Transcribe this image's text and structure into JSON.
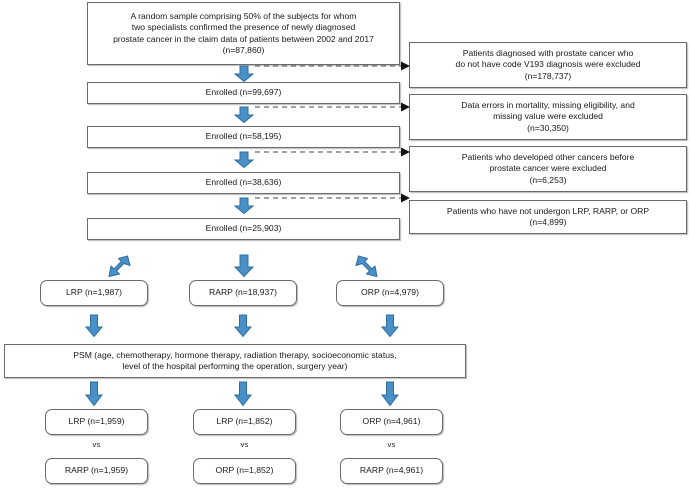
{
  "figure": {
    "type": "flowchart",
    "title": "Study participant selection flow diagram",
    "accent_color": "#3f88c5",
    "arrow_fill": "#4a90c8",
    "arrow_stroke": "#2e6f9e",
    "box_border_color": "#6b6b6b",
    "connector_style": "dashed"
  },
  "nodes": {
    "source": {
      "lines": [
        "A random sample comprising 50% of the subjects for whom",
        "two specialists confirmed the presence of newly diagnosed",
        "prostate cancer in the claim data of patients between 2002 and 2017",
        "(n=87,860)"
      ]
    },
    "enrolled": [
      {
        "label": "Enrolled (n=99,697)",
        "n": 99697
      },
      {
        "label": "Enrolled (n=58,195)",
        "n": 58195
      },
      {
        "label": "Enrolled (n=38,636)",
        "n": 38636
      },
      {
        "label": "Enrolled (n=25,903)",
        "n": 25903
      }
    ],
    "exclusions": [
      {
        "lines": [
          "Patients diagnosed with prostate cancer who",
          "do not have code V193 diagnosis were excluded",
          "(n=178,737)"
        ],
        "n": 178737
      },
      {
        "lines": [
          "Data errors in mortality, missing eligibility, and",
          "missing value were excluded",
          "(n=30,350)"
        ],
        "n": 30350
      },
      {
        "lines": [
          "Patients who developed other cancers before",
          "prostate cancer were excluded",
          "(n=6,253)"
        ],
        "n": 6253
      },
      {
        "lines": [
          "Patients who have not undergon LRP, RARP, or ORP",
          "(n=4,899)"
        ],
        "n": 4899
      }
    ],
    "surgery_groups": [
      {
        "label": "LRP (n=1,987)",
        "group": "LRP",
        "n": 1987
      },
      {
        "label": "RARP (n=18,937)",
        "group": "RARP",
        "n": 18937
      },
      {
        "label": "ORP (n=4,979)",
        "group": "ORP",
        "n": 4979
      }
    ],
    "psm": {
      "lines": [
        "PSM (age, chemotherapy, hormone therapy, radiation therapy, socioeconomic status,",
        "level of the hospital performing the operation, surgery year)"
      ]
    },
    "comparisons": [
      {
        "top": "LRP (n=1,959)",
        "vs": "vs",
        "bottom": "RARP (n=1,959)",
        "matched_n": 1959
      },
      {
        "top": "LRP (n=1,852)",
        "vs": "vs",
        "bottom": "ORP (n=1,852)",
        "matched_n": 1852
      },
      {
        "top": "ORP (n=4,961)",
        "vs": "vs",
        "bottom": "RARP (n=4,961)",
        "matched_n": 4961
      }
    ]
  }
}
